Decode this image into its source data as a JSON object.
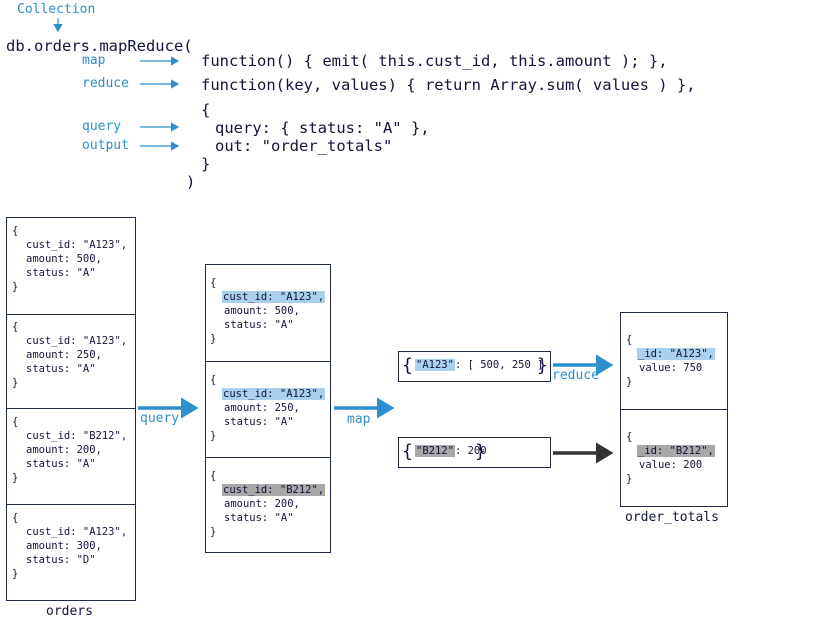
{
  "labels": {
    "collection": "Collection"
  },
  "code": {
    "line1": "db.orders.mapReduce(",
    "map_fn": "function() { emit( this.cust_id, this.amount ); },",
    "reduce_fn": "function(key, values) { return Array.sum( values ) },",
    "open_brace": "{",
    "query_line": "query: { status: \"A\" },",
    "out_line": "out: \"order_totals\"",
    "close_brace": "}",
    "close_paren": ")"
  },
  "side_labels": {
    "map": "map",
    "reduce": "reduce",
    "query": "query",
    "output": "output"
  },
  "orders": {
    "name": "orders",
    "docs": [
      {
        "open": "{",
        "cust_id": "cust_id: \"A123\",",
        "amount": "amount: 500,",
        "status": "status: \"A\"",
        "close": "}"
      },
      {
        "open": "{",
        "cust_id": "cust_id: \"A123\",",
        "amount": "amount: 250,",
        "status": "status: \"A\"",
        "close": "}"
      },
      {
        "open": "{",
        "cust_id": "cust_id: \"B212\",",
        "amount": "amount: 200,",
        "status": "status: \"A\"",
        "close": "}"
      },
      {
        "open": "{",
        "cust_id": "cust_id: \"A123\",",
        "amount": "amount: 300,",
        "status": "status: \"D\"",
        "close": "}"
      }
    ]
  },
  "filtered": {
    "docs": [
      {
        "open": "{",
        "cust_id": "cust_id: \"A123\",",
        "amount": "amount: 500,",
        "status": "status: \"A\"",
        "close": "}"
      },
      {
        "open": "{",
        "cust_id": "cust_id: \"A123\",",
        "amount": "amount: 250,",
        "status": "status: \"A\"",
        "close": "}"
      },
      {
        "open": "{",
        "cust_id": "cust_id: \"B212\",",
        "amount": "amount: 200,",
        "status": "status: \"A\"",
        "close": "}"
      }
    ]
  },
  "flow": {
    "query": "query",
    "map": "map",
    "reduce": "reduce"
  },
  "mapped": [
    {
      "key": "\"A123\"",
      "values": ": [ 500, 250 ]"
    },
    {
      "key": "\"B212\"",
      "values": ": 200"
    }
  ],
  "order_totals": {
    "name": "order_totals",
    "docs": [
      {
        "open": "{",
        "id": "_id: \"A123\",",
        "value": "value: 750",
        "close": "}"
      },
      {
        "open": "{",
        "id": "_id: \"B212\",",
        "value": "value: 200",
        "close": "}"
      }
    ]
  },
  "colors": {
    "accent": "#2e8fcc",
    "highlight_blue": "#a9d0ec",
    "highlight_gray": "#a8a8a8",
    "dark": "#14143c"
  }
}
